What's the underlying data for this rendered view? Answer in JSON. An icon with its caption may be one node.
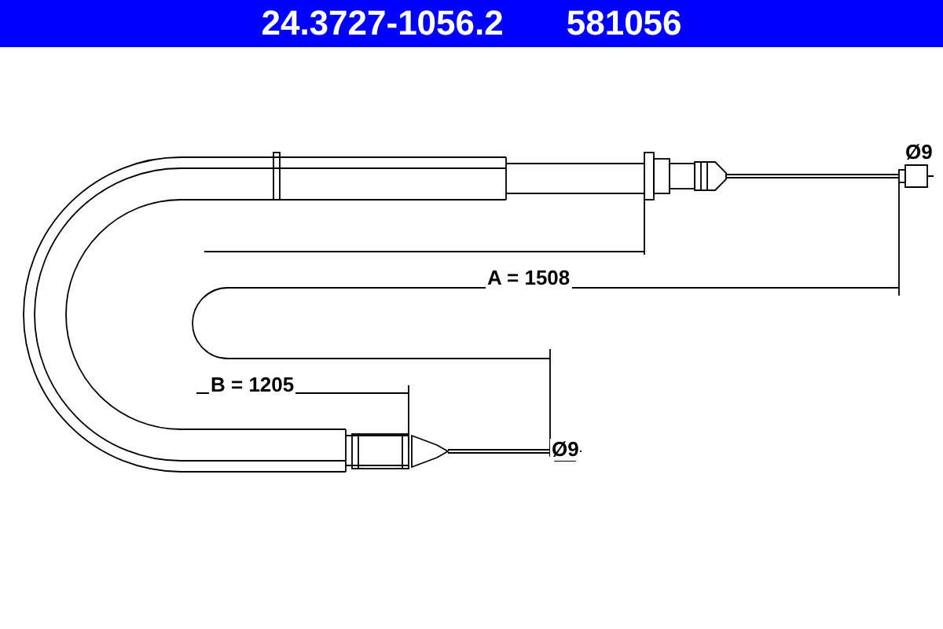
{
  "diagram": {
    "labels": [
      "24.3727-1056.2",
      "581056",
      "Ø9",
      "A = 1508",
      "B = 1205",
      "Ø9"
    ]
  }
}
